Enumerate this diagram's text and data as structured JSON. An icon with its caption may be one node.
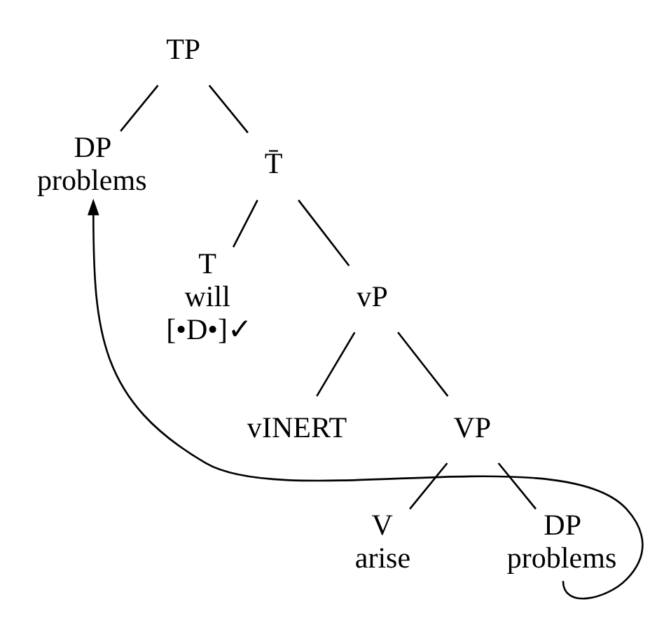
{
  "diagram": {
    "nodes": [
      {
        "text": [
          "TP"
        ]
      },
      {
        "text": [
          "DP",
          "problems"
        ]
      },
      {
        "text": [
          "T̄"
        ]
      },
      {
        "text": [
          "T",
          "will",
          "[•D•]✓"
        ]
      },
      {
        "text": [
          "vP"
        ]
      },
      {
        "text": [
          "vINERT"
        ]
      },
      {
        "text": [
          "VP"
        ]
      },
      {
        "text": [
          "V",
          "arise"
        ]
      },
      {
        "text": [
          "DP",
          "problems"
        ]
      }
    ],
    "edges": [
      {
        "from": 0,
        "to": 1,
        "arrow": "none"
      },
      {
        "from": 0,
        "to": 2,
        "arrow": "none"
      },
      {
        "from": 2,
        "to": 3,
        "arrow": "none"
      },
      {
        "from": 2,
        "to": 4,
        "arrow": "none"
      },
      {
        "from": 4,
        "to": 5,
        "arrow": "none"
      },
      {
        "from": 4,
        "to": 6,
        "arrow": "none"
      },
      {
        "from": 6,
        "to": 7,
        "arrow": "none"
      },
      {
        "from": 6,
        "to": 8,
        "arrow": "none"
      },
      {
        "from": 8,
        "to": 1,
        "arrow": "to"
      }
    ]
  }
}
